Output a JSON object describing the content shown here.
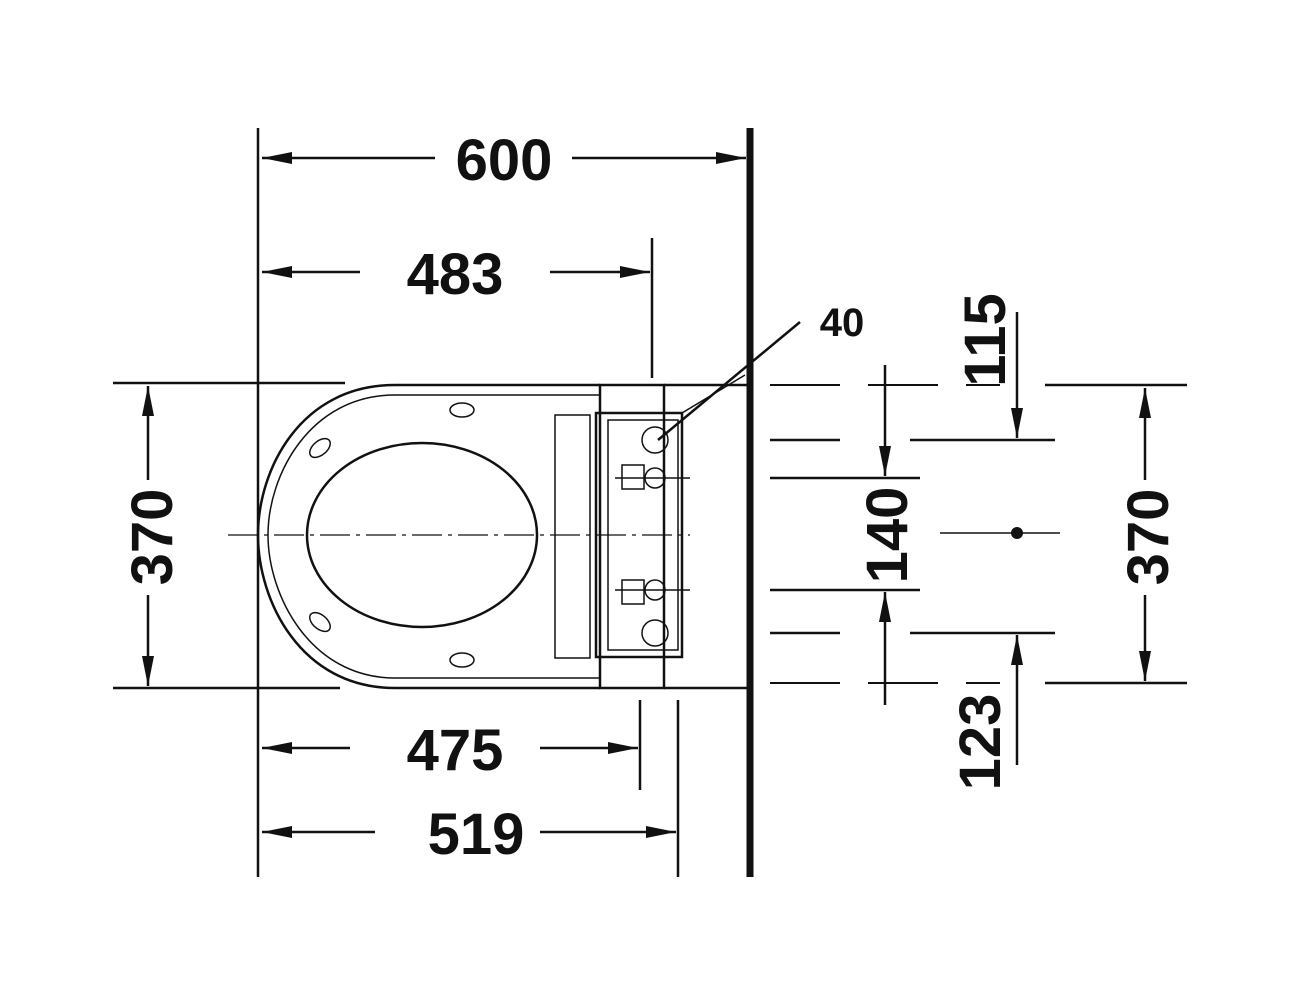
{
  "drawing": {
    "title": "Wall-mounted toilet with seat - top view dimensions",
    "dimensions": {
      "overall_depth": "600",
      "depth_to_fixing": "483",
      "depth_475": "475",
      "depth_519": "519",
      "width_left": "370",
      "width_right": "370",
      "top_offset": "115",
      "fixing_spacing": "140",
      "bottom_offset": "123"
    },
    "callout": "40"
  }
}
